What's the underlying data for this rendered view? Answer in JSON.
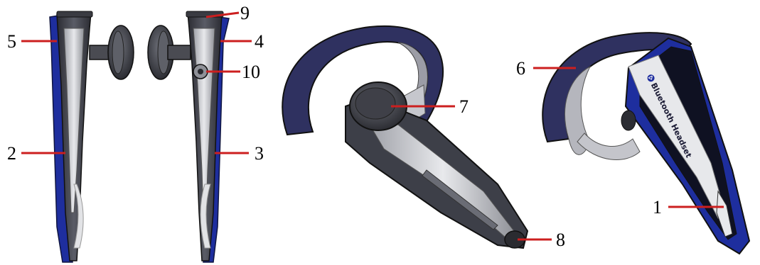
{
  "colors": {
    "body_navy": "#2c2e58",
    "body_dark": "#3a3d4a",
    "accent_blue": "#1e2e9e",
    "silver": "#c2c3c8",
    "silver_light": "#e6e7ea",
    "earpiece": "#4a4b52",
    "leader_red": "#cc1f1f"
  },
  "device": {
    "label": "Bluetooth Headset",
    "logo_icon": "bluetooth-icon"
  },
  "callouts": [
    {
      "id": "1",
      "text": "1"
    },
    {
      "id": "2",
      "text": "2"
    },
    {
      "id": "3",
      "text": "3"
    },
    {
      "id": "4",
      "text": "4"
    },
    {
      "id": "5",
      "text": "5"
    },
    {
      "id": "6",
      "text": "6"
    },
    {
      "id": "7",
      "text": "7"
    },
    {
      "id": "8",
      "text": "8"
    },
    {
      "id": "9",
      "text": "9"
    },
    {
      "id": "10",
      "text": "10"
    }
  ]
}
